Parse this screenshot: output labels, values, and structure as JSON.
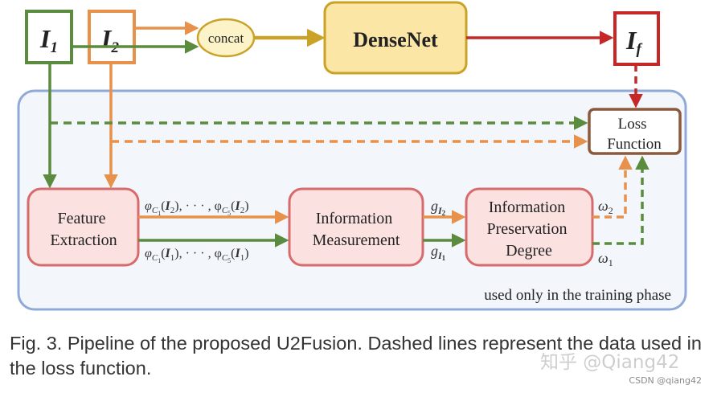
{
  "nodes": {
    "i1": {
      "base": "I",
      "sub": "1"
    },
    "i2": {
      "base": "I",
      "sub": "2"
    },
    "concat": "concat",
    "densenet": "DenseNet",
    "if": {
      "base": "I",
      "sub": "f"
    },
    "loss": [
      "Loss",
      "Function"
    ],
    "feature": [
      "Feature",
      "Extraction"
    ],
    "info_meas": [
      "Information",
      "Measurement"
    ],
    "info_pres": [
      "Information",
      "Preservation",
      "Degree"
    ],
    "training_note": "used only in the training phase"
  },
  "edge_labels": {
    "phi_i2": {
      "a": "φ",
      "s1": "C",
      "s2": "1",
      "b": "(",
      "c": "I",
      "cs": "2",
      "d": "), · · · , φ",
      "s3": "C",
      "s4": "5",
      "e": "(",
      "f": "I",
      "fs": "2",
      "g": ")"
    },
    "phi_i1": {
      "a": "φ",
      "s1": "C",
      "s2": "1",
      "b": "(",
      "c": "I",
      "cs": "1",
      "d": "), · · · , φ",
      "s3": "C",
      "s4": "5",
      "e": "(",
      "f": "I",
      "fs": "1",
      "g": ")"
    },
    "g_i2": {
      "g": "g",
      "i": "I",
      "s": "2"
    },
    "g_i1": {
      "g": "g",
      "i": "I",
      "s": "1"
    },
    "w2": {
      "w": "ω",
      "s": "2"
    },
    "w1": {
      "w": "ω",
      "s": "1"
    }
  },
  "caption": "Fig. 3. Pipeline of the proposed U2Fusion. Dashed lines represent the data used in the loss function.",
  "watermark": "知乎 @Qiang42",
  "csdn": "CSDN @qiang42",
  "colors": {
    "green": "#5b8c3e",
    "orange": "#e8914a",
    "gold": "#c9a227",
    "red": "#c62828",
    "brown": "#8b5a3c",
    "panel": "#8faad8",
    "pink_border": "#d76b6b",
    "pink_fill": "#fbe2e0"
  }
}
